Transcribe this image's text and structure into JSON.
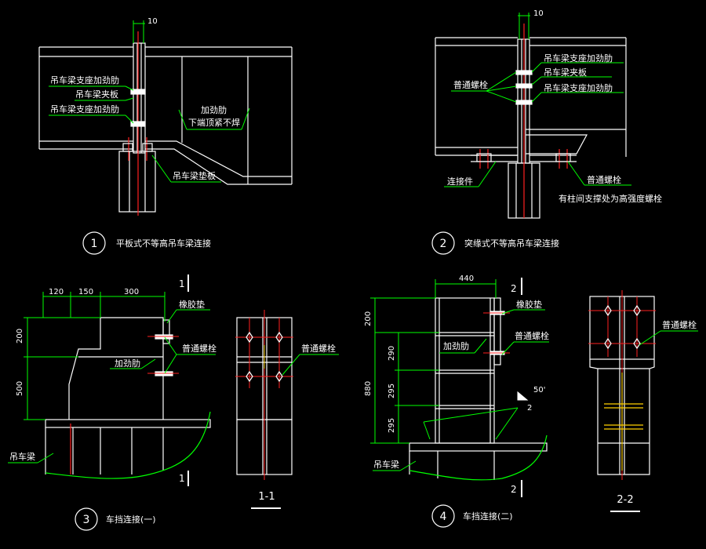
{
  "colors": {
    "background": "#000000",
    "steel": "#ffffff",
    "dimension": "#00ff00",
    "bolt": "#ff0000",
    "centerline": "#ff3030",
    "note": "#ffffff",
    "yellow": "#ffd000"
  },
  "detail1": {
    "dim_top": "10",
    "label_stiffener": "吊车梁支座加劲肋",
    "label_clamp": "吊车梁夹板",
    "label_stiffener2": "吊车梁支座加劲肋",
    "label_rib": "加劲肋",
    "label_rib_note": "下端顶紧不焊",
    "label_pad": "吊车梁垫板",
    "number": "1",
    "title": "平板式不等高吊车梁连接"
  },
  "detail2": {
    "dim_top": "10",
    "label_stiffener": "吊车梁支座加劲肋",
    "label_clamp": "吊车梁夹板",
    "label_stiffener2": "吊车梁支座加劲肋",
    "label_bolt": "普通螺栓",
    "label_connector": "连接件",
    "label_bolt2": "普通螺栓",
    "label_bolt2_note": "有柱间支撑处为高强度螺栓",
    "number": "2",
    "title": "突缘式不等高吊车梁连接"
  },
  "detail3": {
    "dims_top": [
      "120",
      "150",
      "300"
    ],
    "dims_left": [
      "200",
      "500"
    ],
    "section_mark": "1",
    "label_rubber": "橡胶垫",
    "label_bolt": "普通螺栓",
    "label_rib": "加劲肋",
    "label_beam": "吊车梁",
    "number": "3",
    "title": "车挡连接(一)"
  },
  "section11": {
    "label_bolt": "普通螺栓",
    "title": "1-1"
  },
  "detail4": {
    "dim_top": "440",
    "dims_left_outer": [
      "200",
      "880"
    ],
    "dims_left_inner": [
      "290",
      "295",
      "295"
    ],
    "section_mark": "2",
    "label_rubber": "橡胶垫",
    "label_bolt": "普通螺栓",
    "label_rib": "加劲肋",
    "label_beam": "吊车梁",
    "weld_size": "50'",
    "weld_num": "2",
    "number": "4",
    "title": "车挡连接(二)"
  },
  "section22": {
    "label_bolt": "普通螺栓",
    "title": "2-2"
  }
}
